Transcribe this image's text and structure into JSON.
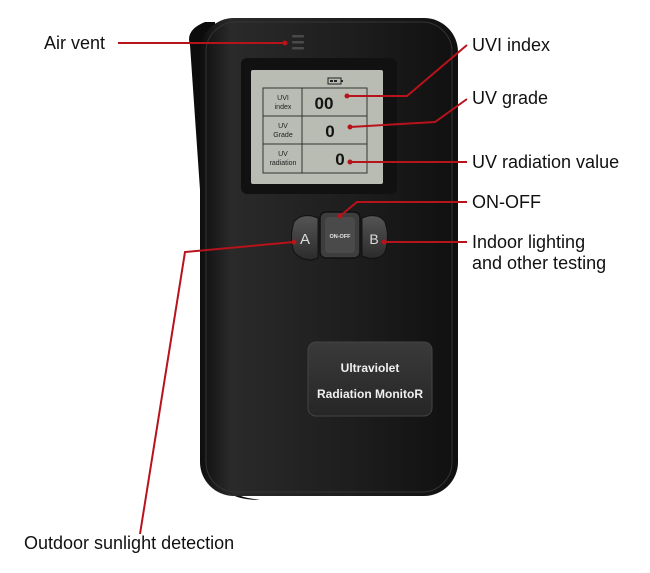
{
  "callouts": {
    "air_vent": "Air vent",
    "uvi_index": "UVI index",
    "uv_grade": "UV grade",
    "uv_radiation_value": "UV radiation value",
    "on_off": "ON-OFF",
    "indoor_line1": "Indoor lighting",
    "indoor_line2": "and other testing",
    "outdoor": "Outdoor sunlight detection"
  },
  "lcd": {
    "row1_label_line1": "UVI",
    "row1_label_line2": "index",
    "row1_value": "00",
    "row2_label_line1": "UV",
    "row2_label_line2": "Grade",
    "row2_value": "0",
    "row3_label_line1": "UV",
    "row3_label_line2": "radiation",
    "row3_value": "0"
  },
  "buttons": {
    "a_label": "A",
    "onoff_label": "ON-OFF",
    "b_label": "B"
  },
  "nameplate": {
    "line1": "Ultraviolet",
    "line2": "Radiation MonitoR"
  },
  "colors": {
    "leader_line": "#b8121b",
    "device_body": "#1c1c1c",
    "lcd_background": "#b9bcb2"
  }
}
